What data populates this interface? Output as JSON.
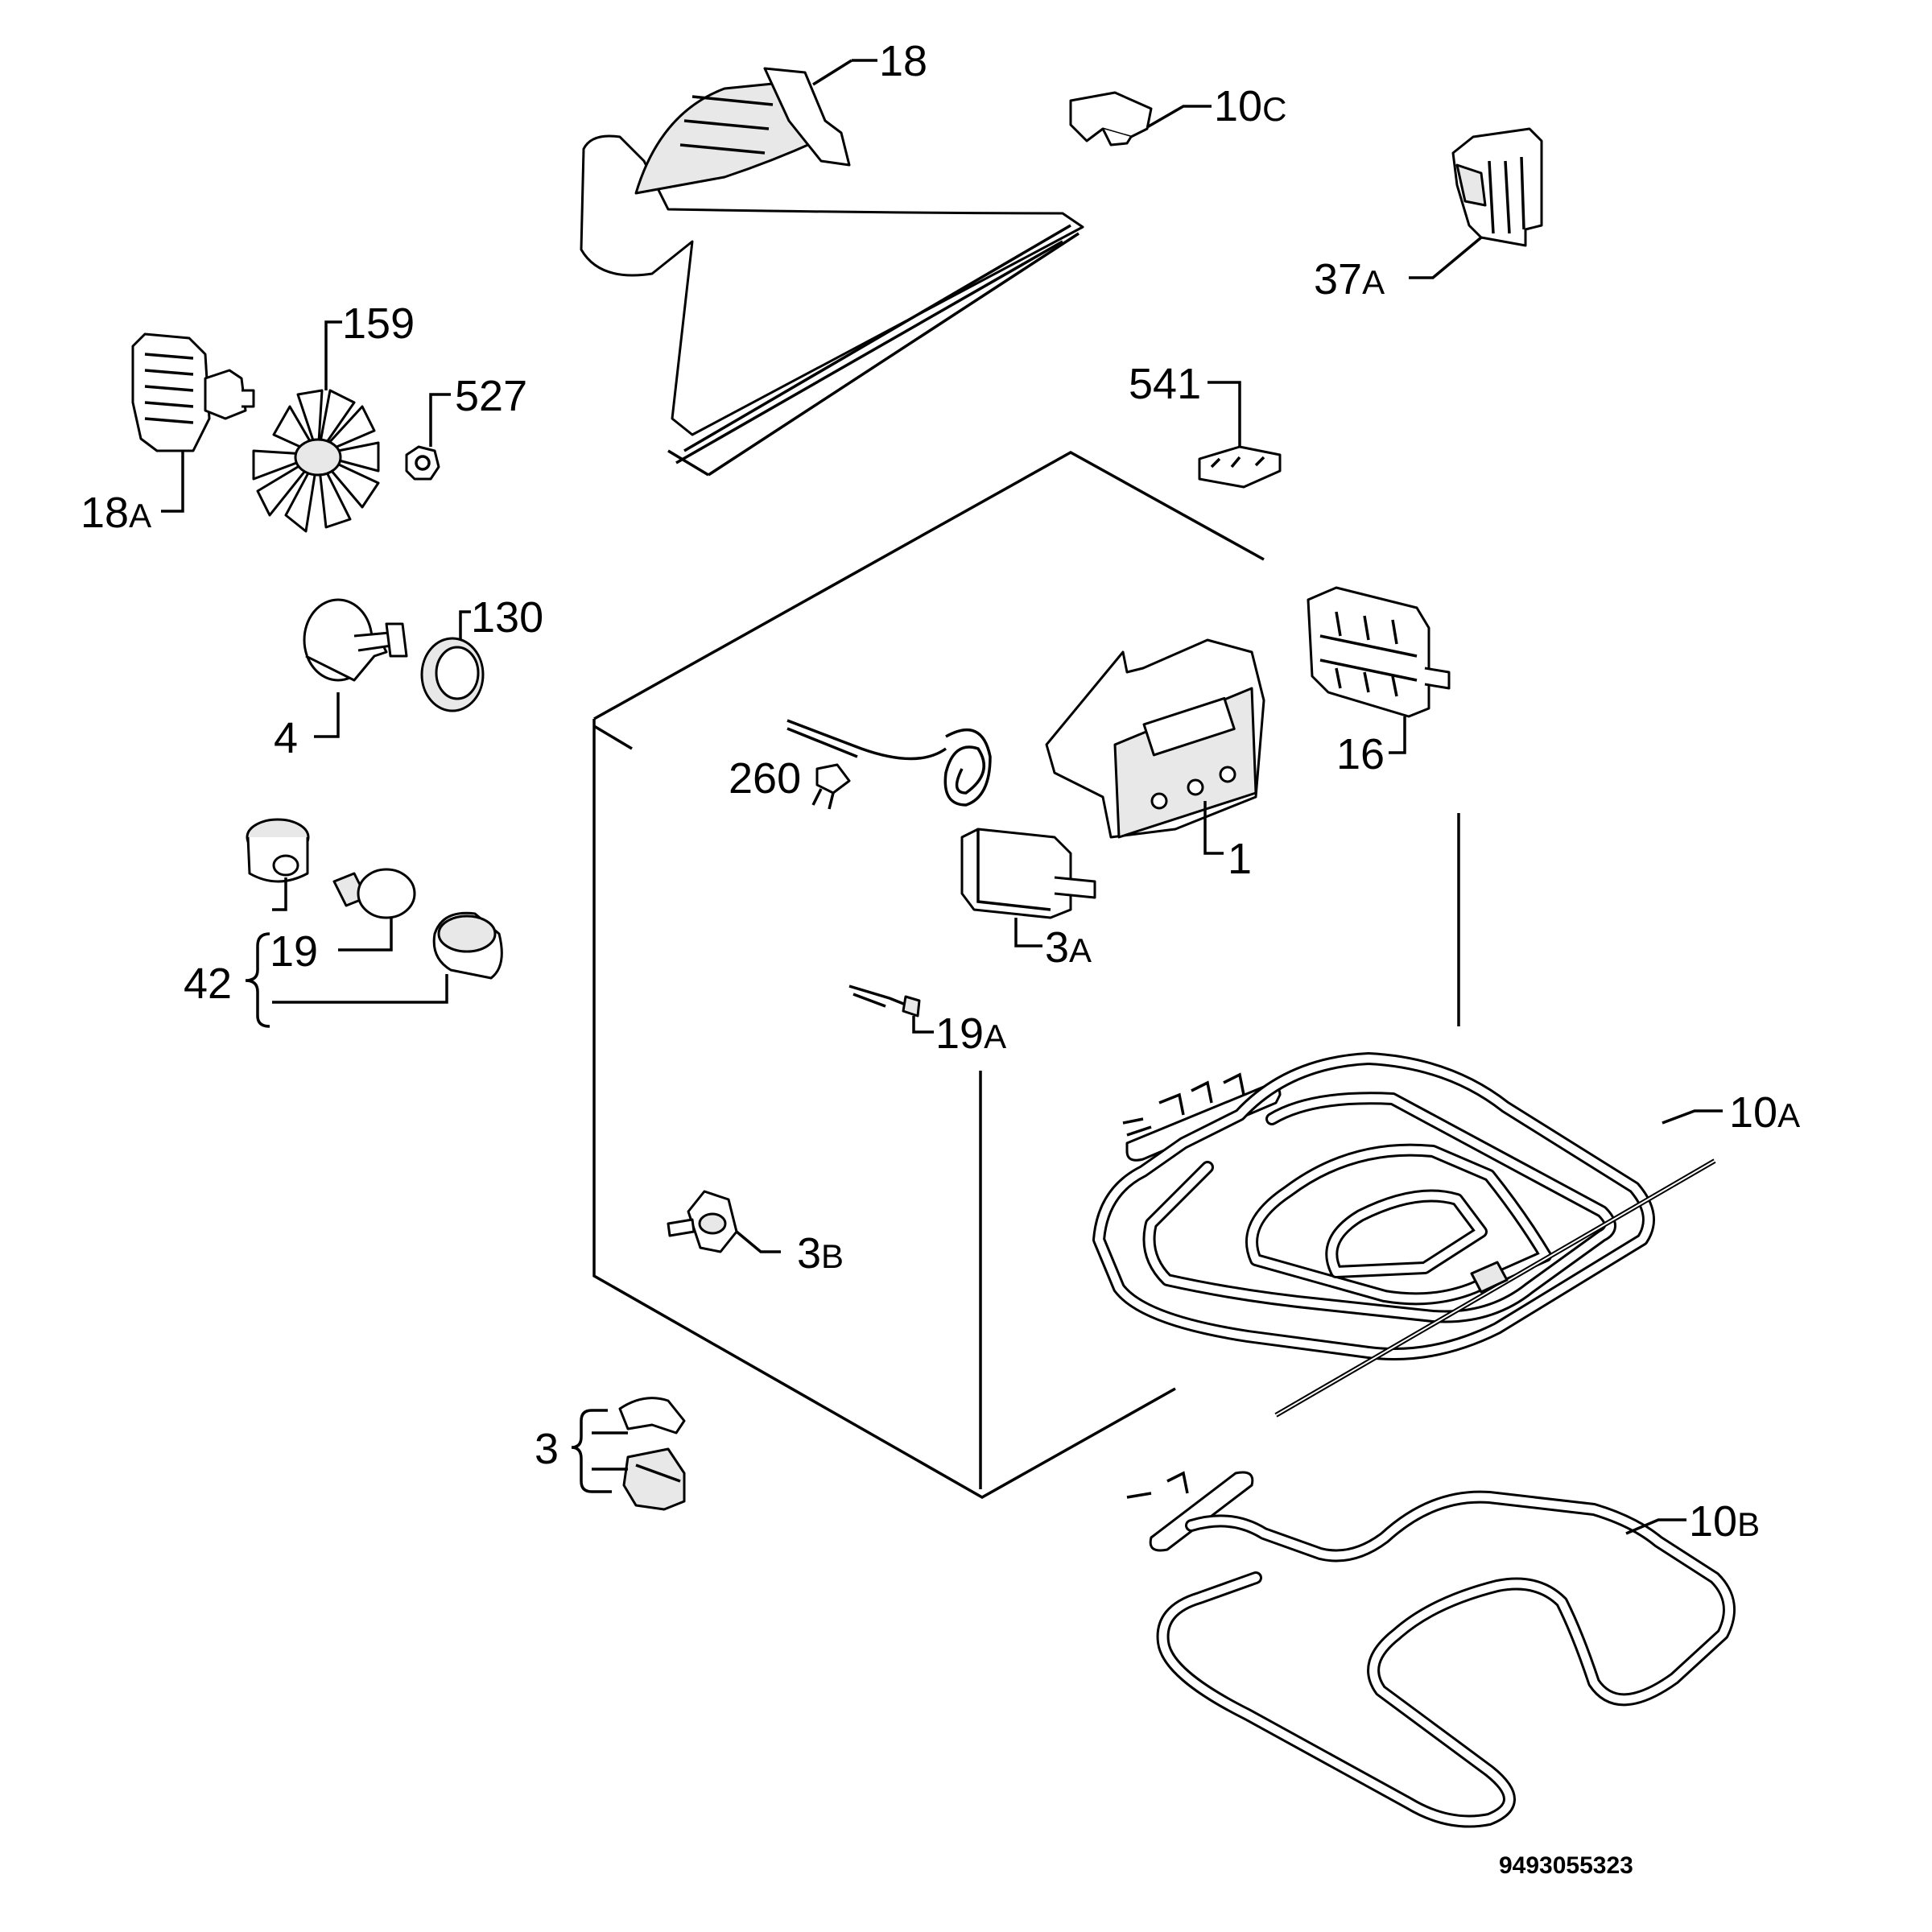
{
  "diagram": {
    "drawing_number": "9493055323",
    "labels": {
      "p18": "18",
      "p10c_num": "10",
      "p10c_suf": "C",
      "p37a_num": "37",
      "p37a_suf": "A",
      "p159": "159",
      "p527": "527",
      "p18a_num": "18",
      "p18a_suf": "A",
      "p541": "541",
      "p130": "130",
      "p4": "4",
      "p16": "16",
      "p260": "260",
      "p1": "1",
      "p3a_num": "3",
      "p3a_suf": "A",
      "p42": "42",
      "p19": "19",
      "p19a_num": "19",
      "p19a_suf": "A",
      "p10a_num": "10",
      "p10a_suf": "A",
      "p3b_num": "3",
      "p3b_suf": "B",
      "p3": "3",
      "p10b_num": "10",
      "p10b_suf": "B"
    }
  }
}
